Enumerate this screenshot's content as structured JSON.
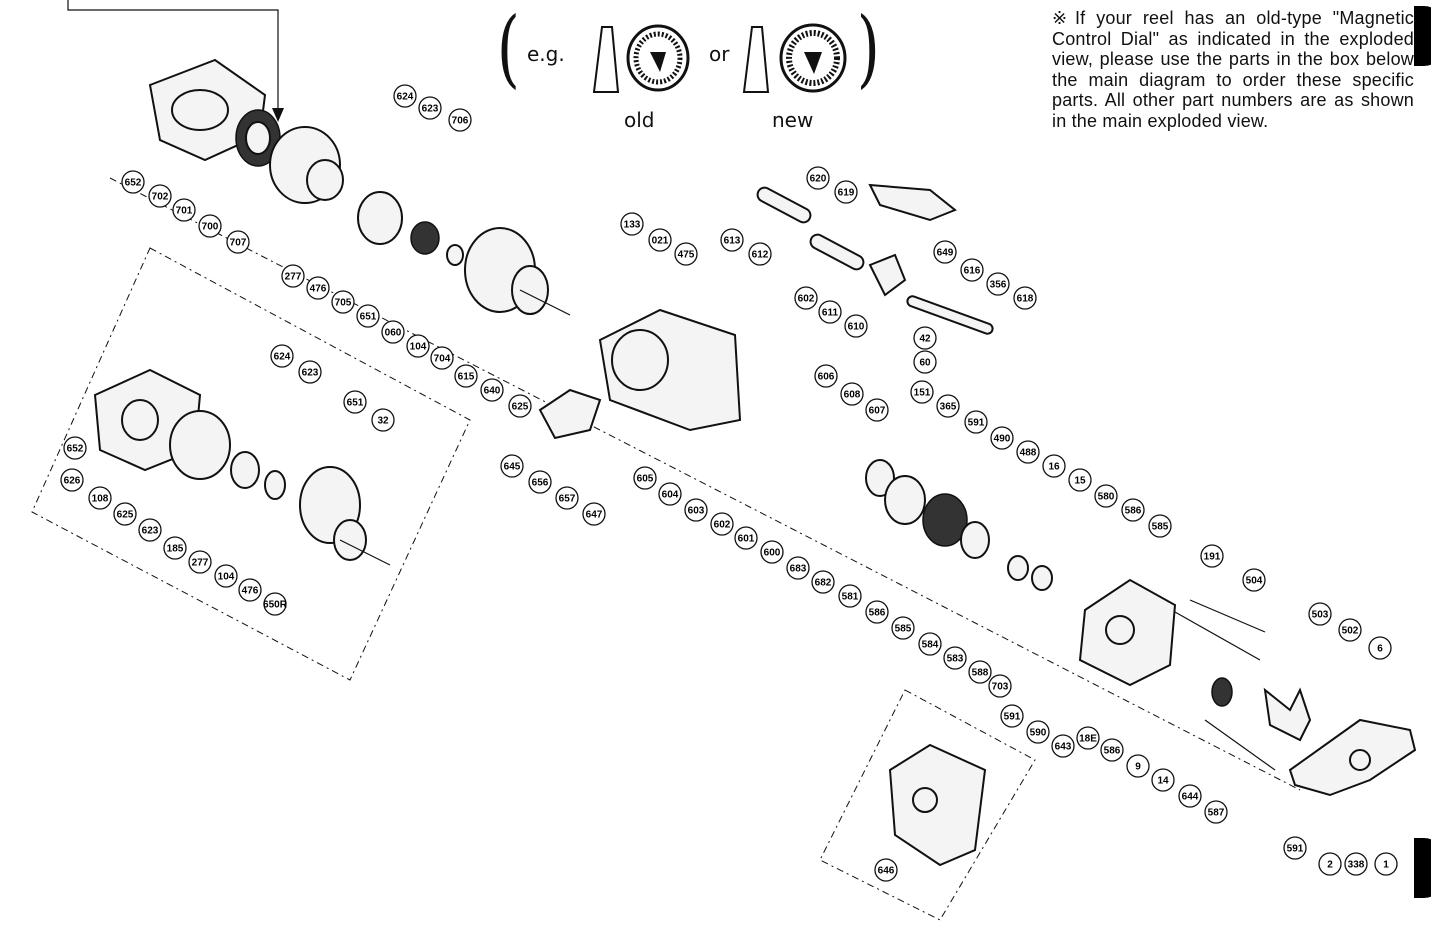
{
  "legend": {
    "note_mark": "※",
    "note_text": "If your reel has an old-type \"Magnetic Control Dial\" as indicated in the exploded view, please use the parts in the box below the main diagram to order these specific parts. All other part numbers are as shown in the main exploded view."
  },
  "example": {
    "prefix": "e.g.",
    "connector": "or",
    "old_label": "old",
    "new_label": "new"
  },
  "part_numbers": {
    "main": [
      "624",
      "623",
      "706",
      "652",
      "702",
      "701",
      "700",
      "707",
      "277",
      "476",
      "705",
      "651",
      "060",
      "104",
      "704",
      "615",
      "640",
      "625",
      "133",
      "021",
      "475",
      "613",
      "612",
      "620",
      "619",
      "649",
      "616",
      "356",
      "618",
      "602",
      "611",
      "610",
      "42",
      "60",
      "606",
      "608",
      "607",
      "151",
      "645",
      "656",
      "657",
      "647",
      "605",
      "604",
      "603",
      "602",
      "601",
      "600",
      "683",
      "682",
      "365",
      "591",
      "490",
      "488",
      "16",
      "15",
      "580",
      "586",
      "585",
      "581",
      "586",
      "585",
      "584",
      "583",
      "588",
      "191",
      "504",
      "703",
      "591",
      "590",
      "643",
      "18E",
      "586",
      "9",
      "14",
      "644",
      "587",
      "503",
      "502",
      "6",
      "591",
      "2",
      "338",
      "1"
    ],
    "old_box": [
      "624",
      "623",
      "651",
      "32",
      "652",
      "626",
      "108",
      "625",
      "623",
      "185",
      "277",
      "104",
      "476",
      "650R"
    ],
    "cover_box": [
      "646"
    ]
  }
}
